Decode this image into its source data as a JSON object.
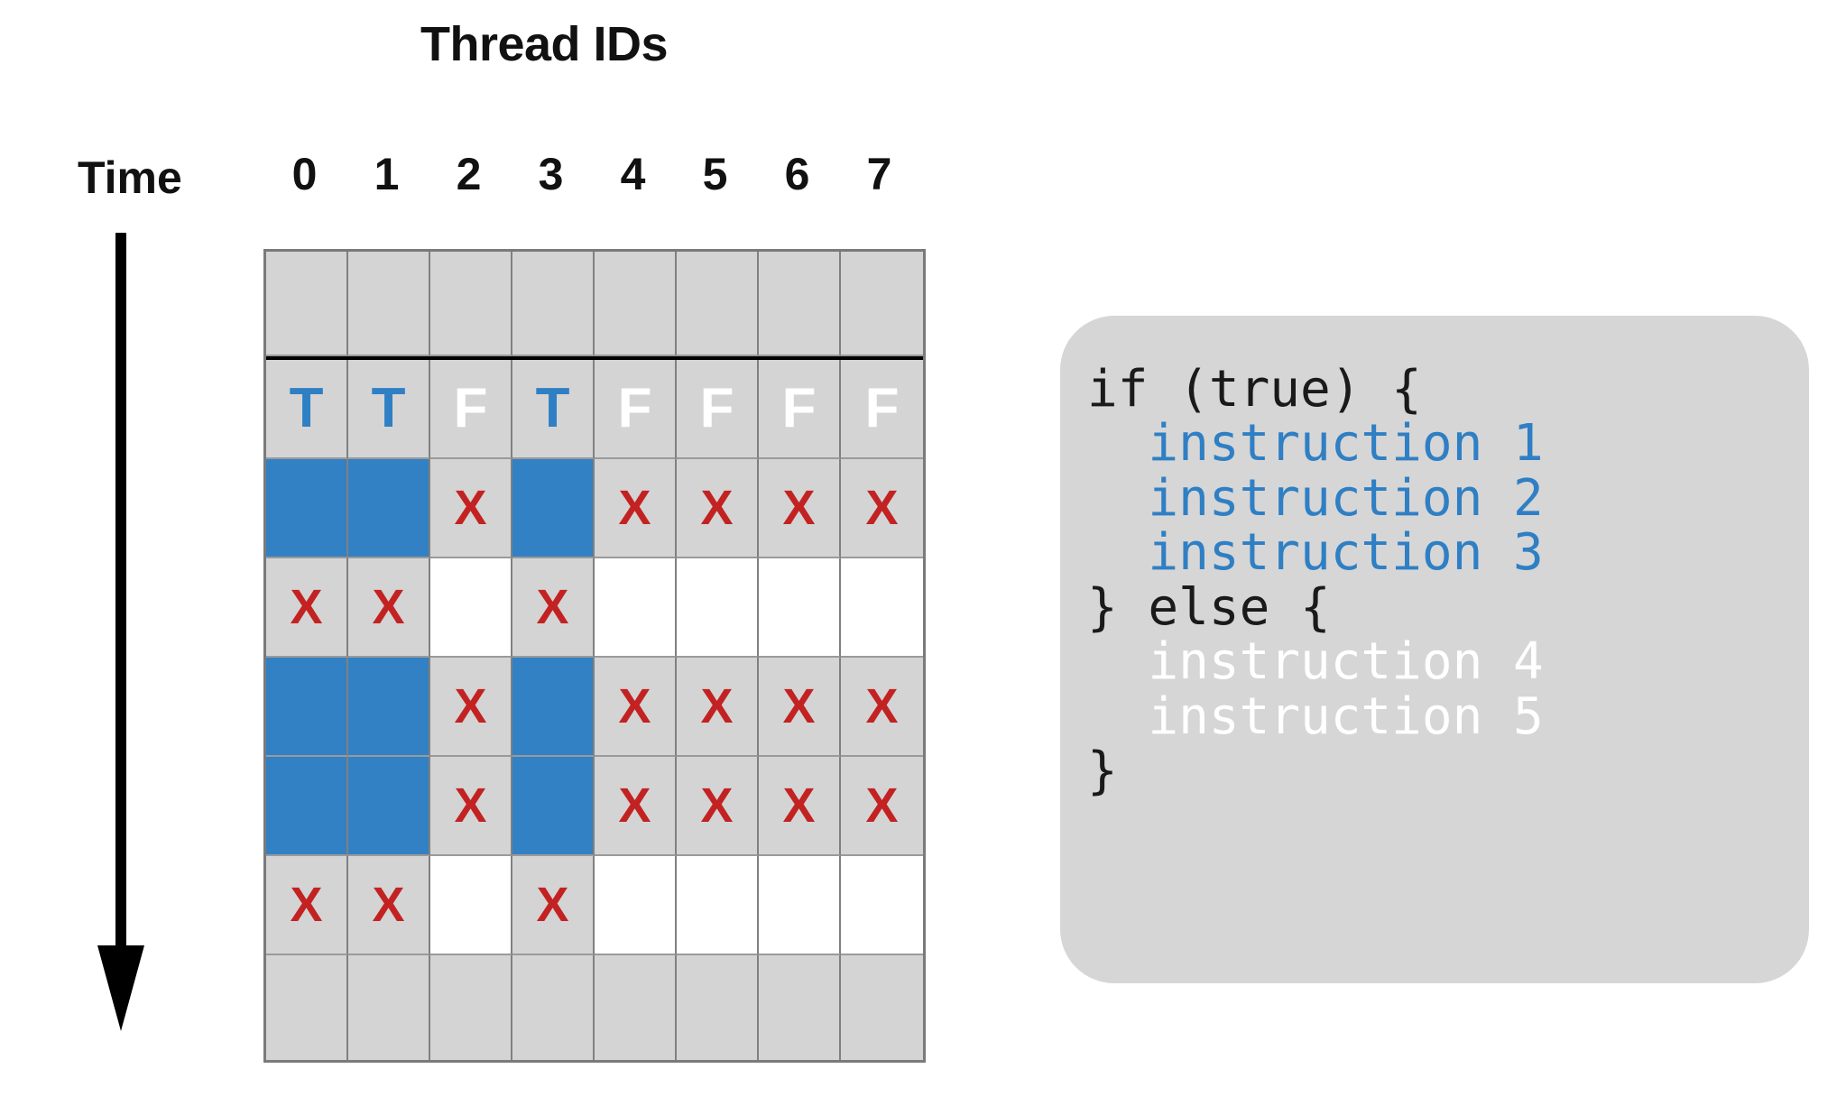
{
  "title": "Thread IDs",
  "time_label": "Time",
  "colors": {
    "blue": "#3281c4",
    "red": "#c32222",
    "gray_cell": "#d4d4d4",
    "white_cell": "#ffffff",
    "panel_gray": "#d6d6d6",
    "text_dark": "#111111"
  },
  "column_headers": [
    "0",
    "1",
    "2",
    "3",
    "4",
    "5",
    "6",
    "7"
  ],
  "grid": {
    "columns": 8,
    "rows": [
      {
        "name": "spacer-top",
        "divider_below": true,
        "cells": [
          {
            "bg": "gray",
            "text": "",
            "style": "none"
          },
          {
            "bg": "gray",
            "text": "",
            "style": "none"
          },
          {
            "bg": "gray",
            "text": "",
            "style": "none"
          },
          {
            "bg": "gray",
            "text": "",
            "style": "none"
          },
          {
            "bg": "gray",
            "text": "",
            "style": "none"
          },
          {
            "bg": "gray",
            "text": "",
            "style": "none"
          },
          {
            "bg": "gray",
            "text": "",
            "style": "none"
          },
          {
            "bg": "gray",
            "text": "",
            "style": "none"
          }
        ]
      },
      {
        "name": "predicate-row",
        "divider_below": false,
        "cells": [
          {
            "bg": "gray",
            "text": "T",
            "style": "true"
          },
          {
            "bg": "gray",
            "text": "T",
            "style": "true"
          },
          {
            "bg": "gray",
            "text": "F",
            "style": "false"
          },
          {
            "bg": "gray",
            "text": "T",
            "style": "true"
          },
          {
            "bg": "gray",
            "text": "F",
            "style": "false"
          },
          {
            "bg": "gray",
            "text": "F",
            "style": "false"
          },
          {
            "bg": "gray",
            "text": "F",
            "style": "false"
          },
          {
            "bg": "gray",
            "text": "F",
            "style": "false"
          }
        ]
      },
      {
        "name": "instruction-1-row",
        "divider_below": false,
        "cells": [
          {
            "bg": "blue",
            "text": "",
            "style": "none"
          },
          {
            "bg": "blue",
            "text": "",
            "style": "none"
          },
          {
            "bg": "gray",
            "text": "X",
            "style": "x"
          },
          {
            "bg": "blue",
            "text": "",
            "style": "none"
          },
          {
            "bg": "gray",
            "text": "X",
            "style": "x"
          },
          {
            "bg": "gray",
            "text": "X",
            "style": "x"
          },
          {
            "bg": "gray",
            "text": "X",
            "style": "x"
          },
          {
            "bg": "gray",
            "text": "X",
            "style": "x"
          }
        ]
      },
      {
        "name": "instruction-4-row",
        "divider_below": false,
        "cells": [
          {
            "bg": "gray",
            "text": "X",
            "style": "x"
          },
          {
            "bg": "gray",
            "text": "X",
            "style": "x"
          },
          {
            "bg": "white",
            "text": "",
            "style": "none"
          },
          {
            "bg": "gray",
            "text": "X",
            "style": "x"
          },
          {
            "bg": "white",
            "text": "",
            "style": "none"
          },
          {
            "bg": "white",
            "text": "",
            "style": "none"
          },
          {
            "bg": "white",
            "text": "",
            "style": "none"
          },
          {
            "bg": "white",
            "text": "",
            "style": "none"
          }
        ]
      },
      {
        "name": "instruction-2-row",
        "divider_below": false,
        "cells": [
          {
            "bg": "blue",
            "text": "",
            "style": "none"
          },
          {
            "bg": "blue",
            "text": "",
            "style": "none"
          },
          {
            "bg": "gray",
            "text": "X",
            "style": "x"
          },
          {
            "bg": "blue",
            "text": "",
            "style": "none"
          },
          {
            "bg": "gray",
            "text": "X",
            "style": "x"
          },
          {
            "bg": "gray",
            "text": "X",
            "style": "x"
          },
          {
            "bg": "gray",
            "text": "X",
            "style": "x"
          },
          {
            "bg": "gray",
            "text": "X",
            "style": "x"
          }
        ]
      },
      {
        "name": "instruction-3-row",
        "divider_below": false,
        "cells": [
          {
            "bg": "blue",
            "text": "",
            "style": "none"
          },
          {
            "bg": "blue",
            "text": "",
            "style": "none"
          },
          {
            "bg": "gray",
            "text": "X",
            "style": "x"
          },
          {
            "bg": "blue",
            "text": "",
            "style": "none"
          },
          {
            "bg": "gray",
            "text": "X",
            "style": "x"
          },
          {
            "bg": "gray",
            "text": "X",
            "style": "x"
          },
          {
            "bg": "gray",
            "text": "X",
            "style": "x"
          },
          {
            "bg": "gray",
            "text": "X",
            "style": "x"
          }
        ]
      },
      {
        "name": "instruction-5-row",
        "divider_below": false,
        "cells": [
          {
            "bg": "gray",
            "text": "X",
            "style": "x"
          },
          {
            "bg": "gray",
            "text": "X",
            "style": "x"
          },
          {
            "bg": "white",
            "text": "",
            "style": "none"
          },
          {
            "bg": "gray",
            "text": "X",
            "style": "x"
          },
          {
            "bg": "white",
            "text": "",
            "style": "none"
          },
          {
            "bg": "white",
            "text": "",
            "style": "none"
          },
          {
            "bg": "white",
            "text": "",
            "style": "none"
          },
          {
            "bg": "white",
            "text": "",
            "style": "none"
          }
        ]
      },
      {
        "name": "spacer-bottom",
        "divider_below": false,
        "cells": [
          {
            "bg": "gray",
            "text": "",
            "style": "none"
          },
          {
            "bg": "gray",
            "text": "",
            "style": "none"
          },
          {
            "bg": "gray",
            "text": "",
            "style": "none"
          },
          {
            "bg": "gray",
            "text": "",
            "style": "none"
          },
          {
            "bg": "gray",
            "text": "",
            "style": "none"
          },
          {
            "bg": "gray",
            "text": "",
            "style": "none"
          },
          {
            "bg": "gray",
            "text": "",
            "style": "none"
          },
          {
            "bg": "gray",
            "text": "",
            "style": "none"
          }
        ]
      }
    ]
  },
  "code": {
    "lines": [
      {
        "text": "if (true) {",
        "style": "plain"
      },
      {
        "text": "  instruction 1",
        "style": "blue"
      },
      {
        "text": "  instruction 2",
        "style": "blue"
      },
      {
        "text": "  instruction 3",
        "style": "blue"
      },
      {
        "text": "} else {",
        "style": "plain"
      },
      {
        "text": "  instruction 4",
        "style": "white"
      },
      {
        "text": "  instruction 5",
        "style": "white"
      },
      {
        "text": "}",
        "style": "plain"
      }
    ]
  }
}
